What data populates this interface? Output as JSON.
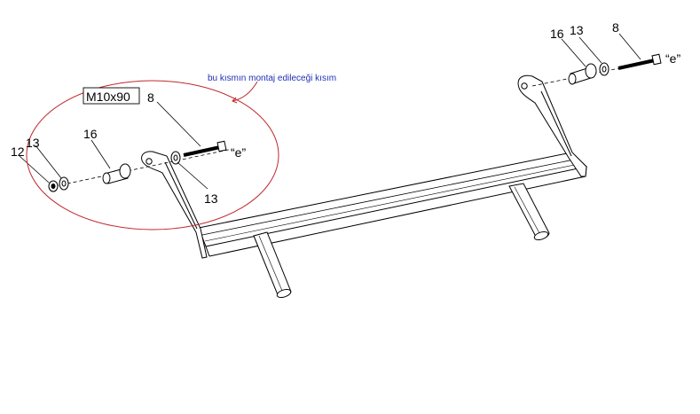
{
  "annotation": {
    "note": "bu kısmın montaj edileceği kısım",
    "spec_box": "M10x90",
    "accent_color": "#c0282d",
    "note_color": "#1f2fb8"
  },
  "labels_left": {
    "n12": "12",
    "n13a": "13",
    "n16": "16",
    "n8": "8",
    "n13b": "13",
    "e": "“e”"
  },
  "labels_right": {
    "n16": "16",
    "n13": "13",
    "n8": "8",
    "e": "“e”"
  }
}
